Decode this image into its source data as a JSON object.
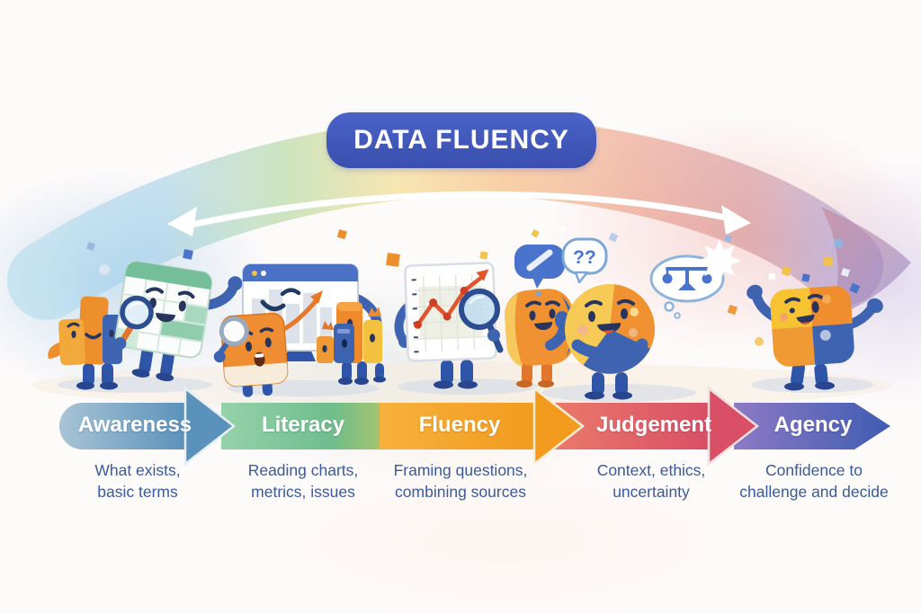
{
  "title": "DATA FLUENCY",
  "speech": {
    "question_marks": "??"
  },
  "stages": [
    {
      "label": "Awareness",
      "caption": [
        "What exists,",
        "basic terms"
      ],
      "color": "#5d93bd"
    },
    {
      "label": "Literacy",
      "caption": [
        "Reading charts,",
        "metrics, issues"
      ],
      "color": "#74bf8d"
    },
    {
      "label": "Fluency",
      "caption": [
        "Framing questions,",
        "combining sources"
      ],
      "color": "#f4a02b"
    },
    {
      "label": "Judgement",
      "caption": [
        "Context, ethics,",
        "uncertainty"
      ],
      "color": "#df5d66"
    },
    {
      "label": "Agency",
      "caption": [
        "Confidence to",
        "challenge and decide"
      ],
      "color": "#5a64b8"
    }
  ],
  "icons": {
    "rainbow_arc": "watercolor-arc",
    "double_arrow": "bidirectional-arrow",
    "bar_chart_character": "bar-chart",
    "spreadsheet_character": "spreadsheet-grid",
    "browser_chart_character": "browser-window-trend",
    "mini_bar_characters": "small-bar-chart",
    "whiteboard_character": "line-chart-board",
    "magnifying_glass": "magnifier",
    "pie_characters": "pie-chart",
    "speech_bubble": "chat-bubble-slash",
    "question_bubble": "chat-bubble-question",
    "thought_bubble_scale": "balance-scale",
    "starburst": "spark",
    "square_chart_character": "quadrant-square"
  },
  "palette": {
    "banner_blue": "#3c55b4",
    "caption_text": "#3a5a9c",
    "character_blue": "#3e63b0",
    "character_orange": "#ee8f2e",
    "character_yellow": "#f6c245",
    "character_green": "#74bf9a",
    "line_chart_red": "#e2542e",
    "arrow_white": "#ffffff"
  }
}
